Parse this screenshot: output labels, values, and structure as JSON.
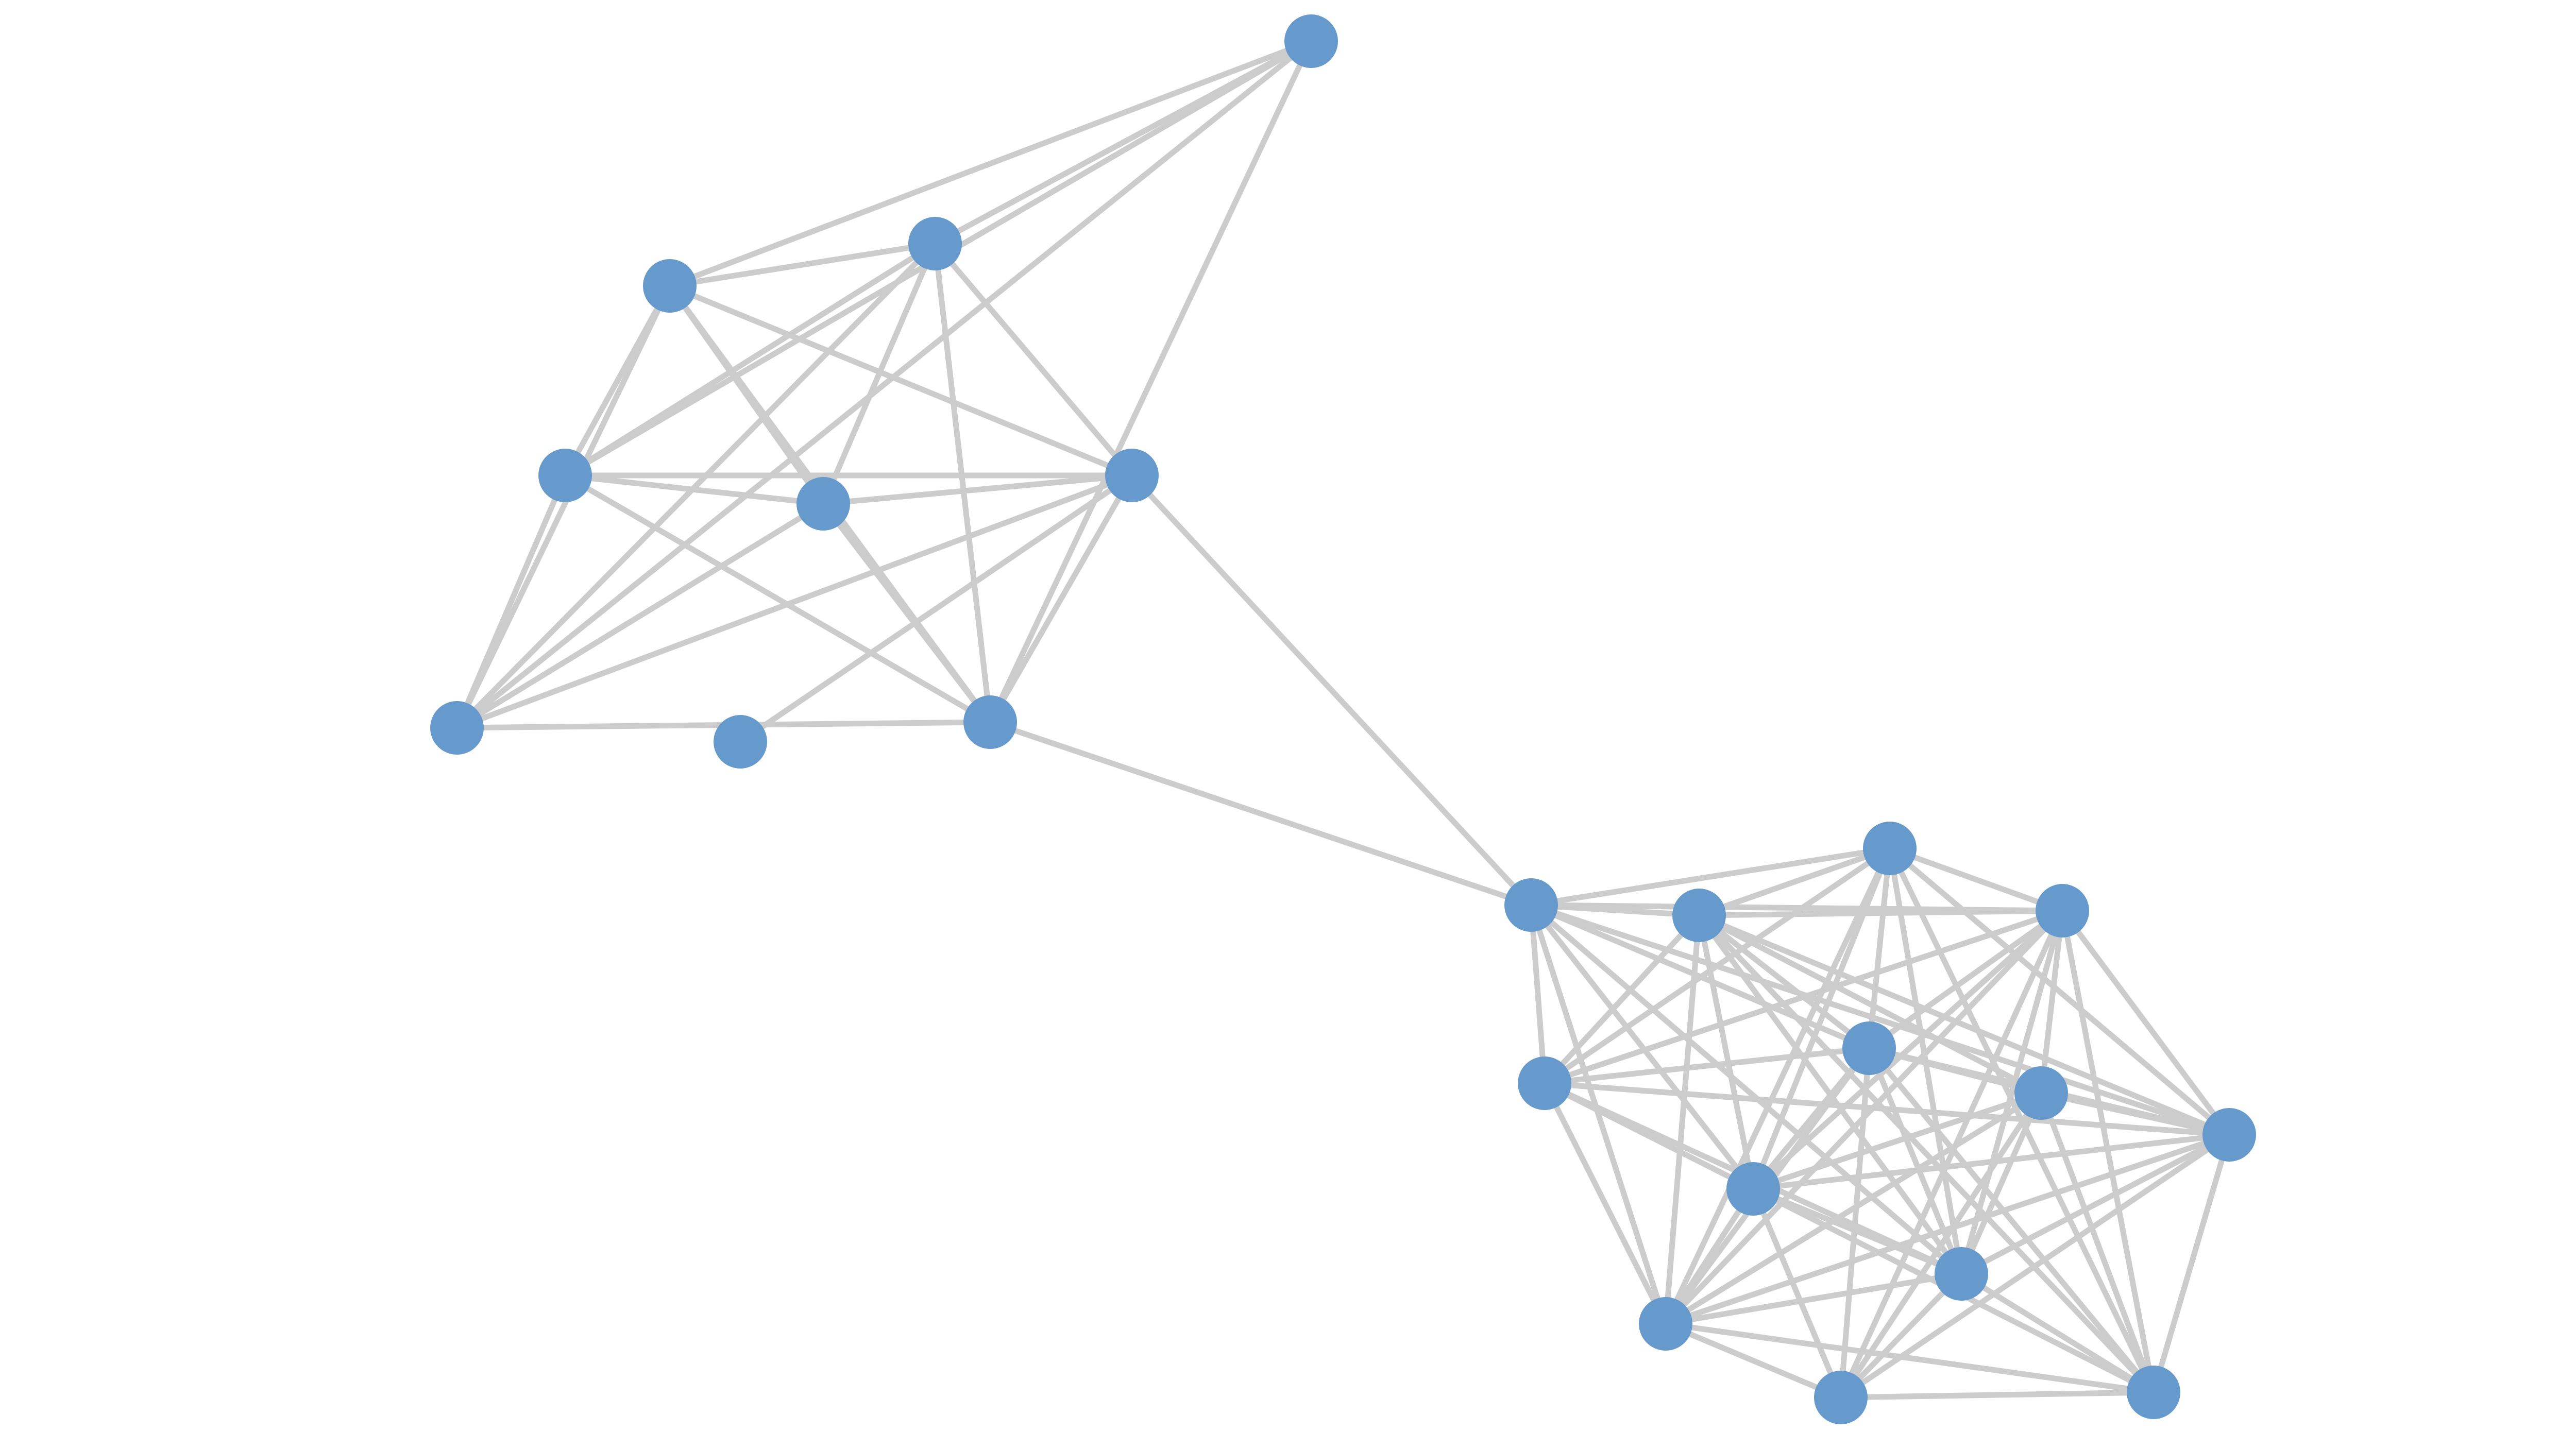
{
  "graph": {
    "type": "network",
    "node_color": "#6699cc",
    "edge_color": "#cccccc",
    "background": "#ffffff",
    "nodes": [
      {
        "id": "n0"
      },
      {
        "id": "n1"
      },
      {
        "id": "n2"
      },
      {
        "id": "n3"
      },
      {
        "id": "n4"
      },
      {
        "id": "n5"
      },
      {
        "id": "n6"
      },
      {
        "id": "n7"
      },
      {
        "id": "n8"
      },
      {
        "id": "n9"
      },
      {
        "id": "n10"
      },
      {
        "id": "n11"
      },
      {
        "id": "n12"
      },
      {
        "id": "n13"
      },
      {
        "id": "n14"
      },
      {
        "id": "n15"
      },
      {
        "id": "n16"
      },
      {
        "id": "n17"
      },
      {
        "id": "n18"
      },
      {
        "id": "n19"
      },
      {
        "id": "n20"
      }
    ],
    "edges": [
      [
        "n8",
        "n5"
      ],
      [
        "n0",
        "n1"
      ],
      [
        "n0",
        "n2"
      ],
      [
        "n0",
        "n3"
      ],
      [
        "n0",
        "n4"
      ],
      [
        "n0",
        "n5"
      ],
      [
        "n0",
        "n6"
      ],
      [
        "n0",
        "n7"
      ],
      [
        "n1",
        "n2"
      ],
      [
        "n1",
        "n3"
      ],
      [
        "n1",
        "n4"
      ],
      [
        "n1",
        "n5"
      ],
      [
        "n1",
        "n6"
      ],
      [
        "n1",
        "n7"
      ],
      [
        "n2",
        "n3"
      ],
      [
        "n2",
        "n4"
      ],
      [
        "n2",
        "n5"
      ],
      [
        "n2",
        "n6"
      ],
      [
        "n2",
        "n7"
      ],
      [
        "n3",
        "n5"
      ],
      [
        "n3",
        "n6"
      ],
      [
        "n3",
        "n7"
      ],
      [
        "n4",
        "n6"
      ],
      [
        "n4",
        "n7"
      ],
      [
        "n5",
        "n6"
      ],
      [
        "n5",
        "n7"
      ],
      [
        "n6",
        "n7"
      ],
      [
        "n7",
        "n9"
      ],
      [
        "n5",
        "n9"
      ],
      [
        "n9",
        "n10"
      ],
      [
        "n9",
        "n11"
      ],
      [
        "n9",
        "n12"
      ],
      [
        "n9",
        "n13"
      ],
      [
        "n9",
        "n14"
      ],
      [
        "n9",
        "n16"
      ],
      [
        "n9",
        "n17"
      ],
      [
        "n9",
        "n18"
      ],
      [
        "n9",
        "n19"
      ],
      [
        "n10",
        "n11"
      ],
      [
        "n10",
        "n12"
      ],
      [
        "n10",
        "n13"
      ],
      [
        "n10",
        "n14"
      ],
      [
        "n10",
        "n16"
      ],
      [
        "n10",
        "n17"
      ],
      [
        "n10",
        "n18"
      ],
      [
        "n10",
        "n19"
      ],
      [
        "n11",
        "n12"
      ],
      [
        "n11",
        "n13"
      ],
      [
        "n11",
        "n14"
      ],
      [
        "n11",
        "n15"
      ],
      [
        "n11",
        "n16"
      ],
      [
        "n11",
        "n17"
      ],
      [
        "n11",
        "n18"
      ],
      [
        "n11",
        "n19"
      ],
      [
        "n12",
        "n13"
      ],
      [
        "n12",
        "n14"
      ],
      [
        "n12",
        "n15"
      ],
      [
        "n12",
        "n16"
      ],
      [
        "n12",
        "n17"
      ],
      [
        "n12",
        "n18"
      ],
      [
        "n12",
        "n19"
      ],
      [
        "n12",
        "n20"
      ],
      [
        "n13",
        "n14"
      ],
      [
        "n13",
        "n15"
      ],
      [
        "n13",
        "n16"
      ],
      [
        "n13",
        "n17"
      ],
      [
        "n13",
        "n18"
      ],
      [
        "n13",
        "n19"
      ],
      [
        "n13",
        "n20"
      ],
      [
        "n14",
        "n16"
      ],
      [
        "n14",
        "n17"
      ],
      [
        "n14",
        "n18"
      ],
      [
        "n14",
        "n19"
      ],
      [
        "n15",
        "n16"
      ],
      [
        "n15",
        "n17"
      ],
      [
        "n15",
        "n18"
      ],
      [
        "n15",
        "n19"
      ],
      [
        "n15",
        "n20"
      ],
      [
        "n16",
        "n17"
      ],
      [
        "n16",
        "n18"
      ],
      [
        "n16",
        "n19"
      ],
      [
        "n16",
        "n20"
      ],
      [
        "n17",
        "n18"
      ],
      [
        "n17",
        "n19"
      ],
      [
        "n17",
        "n20"
      ],
      [
        "n18",
        "n19"
      ],
      [
        "n18",
        "n20"
      ],
      [
        "n19",
        "n20"
      ]
    ]
  }
}
